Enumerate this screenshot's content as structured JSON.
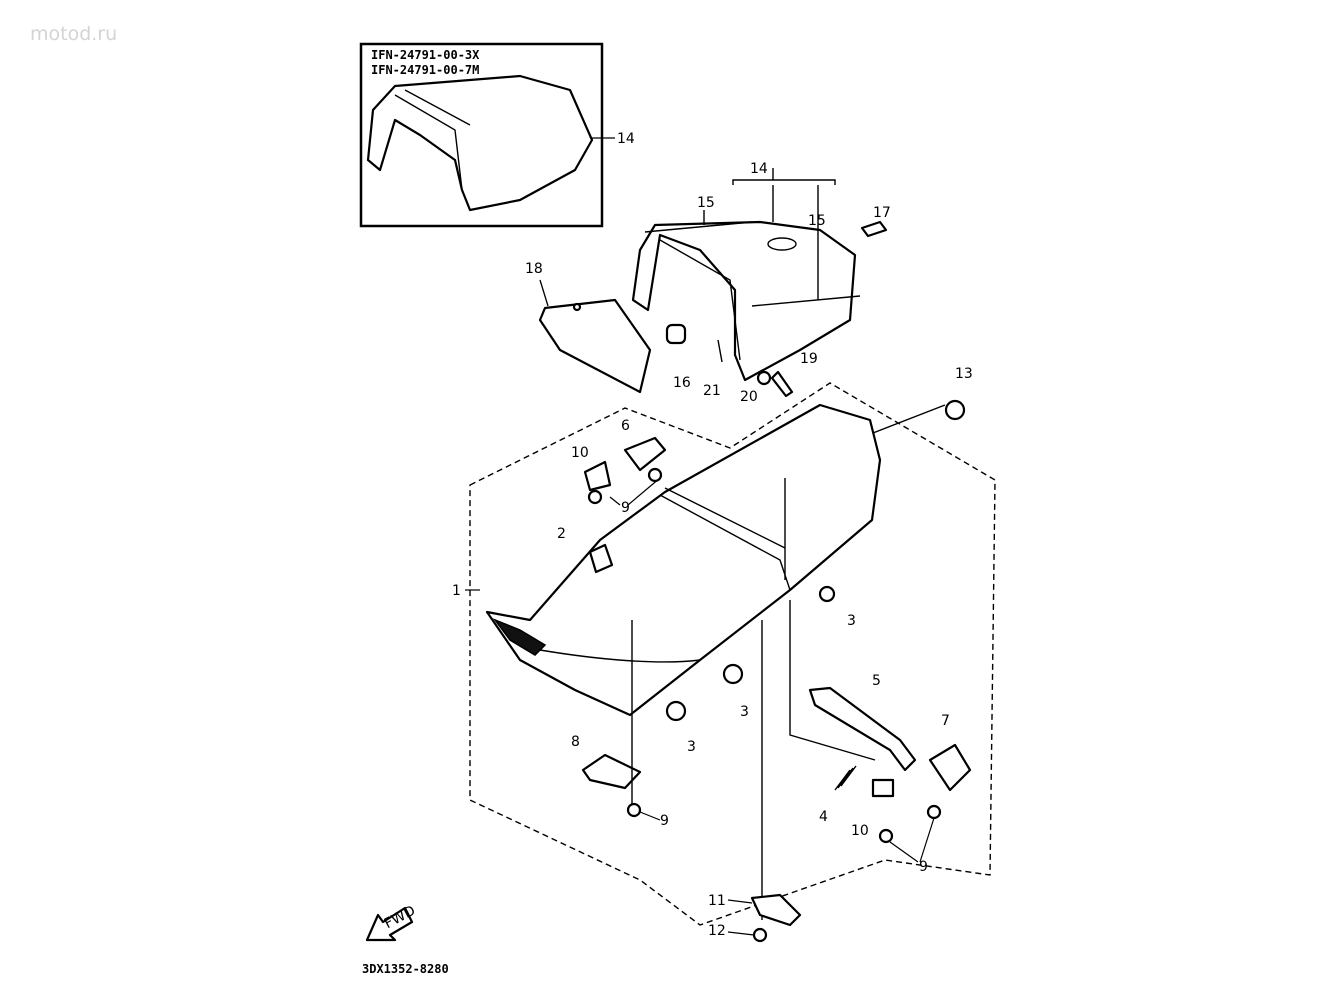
{
  "watermark": "motod.ru",
  "inset": {
    "part_numbers": [
      "IFN-24791-00-3X",
      "IFN-24791-00-7M"
    ],
    "callout": "14"
  },
  "callouts": [
    "14",
    "15",
    "15",
    "17",
    "18",
    "16",
    "21",
    "20",
    "19",
    "13",
    "6",
    "10",
    "9",
    "2",
    "1",
    "3",
    "3",
    "3",
    "5",
    "7",
    "8",
    "9",
    "4",
    "10",
    "9",
    "11",
    "12"
  ],
  "fwd_label": "FWD",
  "diagram_code": "3DX1352-8280"
}
